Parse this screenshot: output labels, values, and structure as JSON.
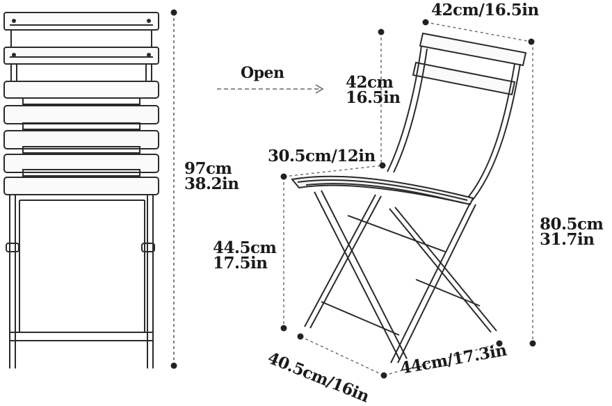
{
  "open_label": "Open",
  "folded": {
    "height_cm": "97cm",
    "height_in": "38.2in"
  },
  "open_chair": {
    "back_width": "42cm/16.5in",
    "back_height_cm": "42cm",
    "back_height_in": "16.5in",
    "seat_depth": "30.5cm/12in",
    "seat_height_cm": "44.5cm",
    "seat_height_in": "17.5in",
    "total_height_cm": "80.5cm",
    "total_height_in": "31.7in",
    "base_depth": "40.5cm/16in",
    "base_width": "44cm/17.3in"
  }
}
